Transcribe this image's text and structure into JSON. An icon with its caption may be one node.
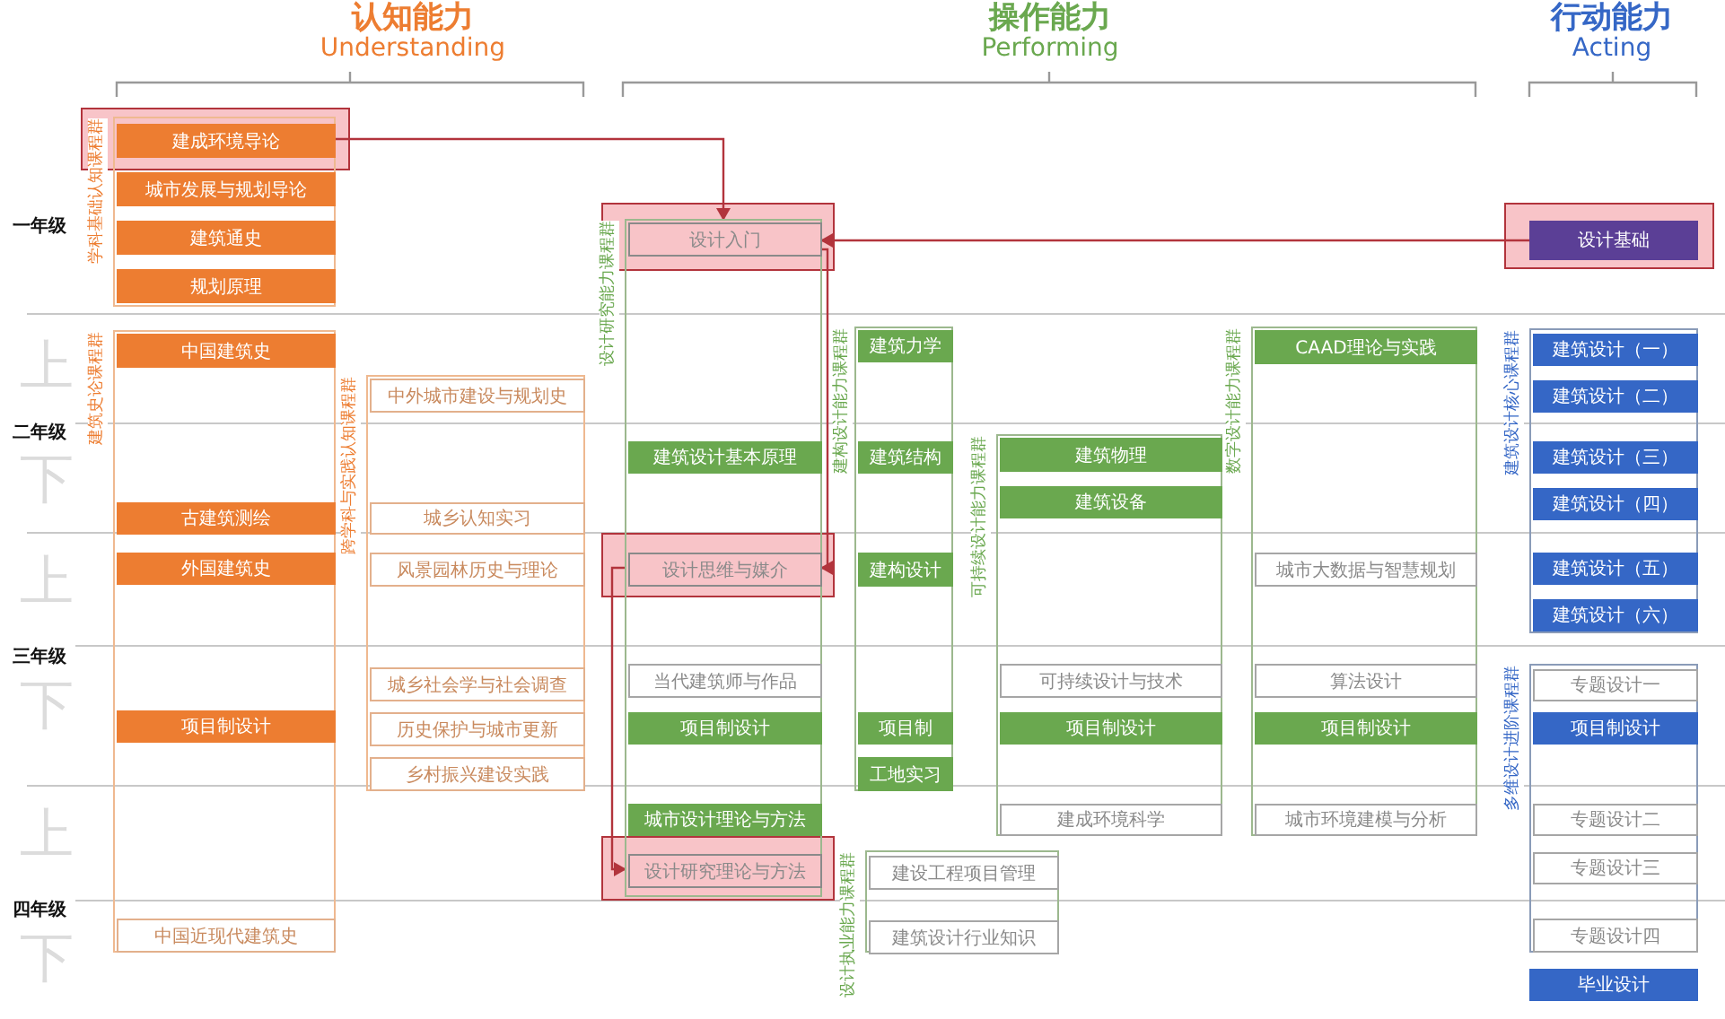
{
  "diagram": {
    "nodes": [
      {
        "text": [
          "学科基础认知课程群"
        ]
      },
      {
        "text": [
          "建成环境导论"
        ],
        "in": 0
      },
      {
        "text": [
          "城市发展与规划导论"
        ],
        "in": 0
      },
      {
        "text": [
          "建筑通史"
        ],
        "in": 0
      },
      {
        "text": [
          "规划原理"
        ],
        "in": 0
      },
      {
        "text": [
          "建筑史论课程群"
        ]
      },
      {
        "text": [
          "中国建筑史"
        ],
        "in": 5
      },
      {
        "text": [
          "古建筑测绘"
        ],
        "in": 5
      },
      {
        "text": [
          "外国建筑史"
        ],
        "in": 5
      },
      {
        "text": [
          "项目制设计"
        ],
        "in": 5
      },
      {
        "text": [
          "中国近现代建筑史"
        ],
        "in": 5
      },
      {
        "text": [
          "跨学科与实践认知课程群"
        ]
      },
      {
        "text": [
          "中外城市建设与规划史"
        ],
        "in": 11
      },
      {
        "text": [
          "城乡认知实习"
        ],
        "in": 11
      },
      {
        "text": [
          "风景园林历史与理论"
        ],
        "in": 11
      },
      {
        "text": [
          "城乡社会学与社会调查"
        ],
        "in": 11
      },
      {
        "text": [
          "历史保护与城市更新"
        ],
        "in": 11
      },
      {
        "text": [
          "乡村振兴建设实践"
        ],
        "in": 11
      },
      {
        "text": [
          "设计研究能力课程群"
        ]
      },
      {
        "text": [
          "设计入门"
        ],
        "in": 18
      },
      {
        "text": [
          "建筑设计基本原理"
        ],
        "in": 18
      },
      {
        "text": [
          "设计思维与媒介"
        ],
        "in": 18
      },
      {
        "text": [
          "当代建筑师与作品"
        ],
        "in": 18
      },
      {
        "text": [
          "项目制设计"
        ],
        "in": 18
      },
      {
        "text": [
          "城市设计理论与方法"
        ],
        "in": 18
      },
      {
        "text": [
          "设计研究理论与方法"
        ],
        "in": 18
      },
      {
        "text": [
          "建构设计能力课程群"
        ]
      },
      {
        "text": [
          "建筑力学"
        ],
        "in": 26
      },
      {
        "text": [
          "建筑结构"
        ],
        "in": 26
      },
      {
        "text": [
          "建构设计"
        ],
        "in": 26
      },
      {
        "text": [
          "项目制"
        ],
        "in": 26
      },
      {
        "text": [
          "工地实习"
        ],
        "in": 26
      },
      {
        "text": [
          "可持续设计能力课程群"
        ]
      },
      {
        "text": [
          "建筑物理"
        ],
        "in": 32
      },
      {
        "text": [
          "建筑设备"
        ],
        "in": 32
      },
      {
        "text": [
          "可持续设计与技术"
        ],
        "in": 32
      },
      {
        "text": [
          "项目制设计"
        ],
        "in": 32
      },
      {
        "text": [
          "建成环境科学"
        ],
        "in": 32
      },
      {
        "text": [
          "数字设计能力课程群"
        ]
      },
      {
        "text": [
          "CAAD理论与实践"
        ],
        "in": 38
      },
      {
        "text": [
          "城市大数据与智慧规划"
        ],
        "in": 38
      },
      {
        "text": [
          "算法设计"
        ],
        "in": 38
      },
      {
        "text": [
          "项目制设计"
        ],
        "in": 38
      },
      {
        "text": [
          "城市环境建模与分析"
        ],
        "in": 38
      },
      {
        "text": [
          "设计执业能力课程群"
        ]
      },
      {
        "text": [
          "建设工程项目管理"
        ],
        "in": 44
      },
      {
        "text": [
          "建筑设计行业知识"
        ],
        "in": 44
      },
      {
        "text": [
          "设计基础"
        ]
      },
      {
        "text": [
          "建筑设计核心课程群"
        ]
      },
      {
        "text": [
          "建筑设计（一）"
        ],
        "in": 48
      },
      {
        "text": [
          "建筑设计（二）"
        ],
        "in": 48
      },
      {
        "text": [
          "建筑设计（三）"
        ],
        "in": 48
      },
      {
        "text": [
          "建筑设计（四）"
        ],
        "in": 48
      },
      {
        "text": [
          "建筑设计（五）"
        ],
        "in": 48
      },
      {
        "text": [
          "建筑设计（六）"
        ],
        "in": 48
      },
      {
        "text": [
          "多维设计进阶课程群"
        ]
      },
      {
        "text": [
          "专题设计一"
        ],
        "in": 55
      },
      {
        "text": [
          "项目制设计"
        ],
        "in": 55
      },
      {
        "text": [
          "专题设计二"
        ],
        "in": 55
      },
      {
        "text": [
          "专题设计三"
        ],
        "in": 55
      },
      {
        "text": [
          "专题设计四"
        ],
        "in": 55
      },
      {
        "text": [
          "毕业设计"
        ]
      }
    ],
    "edges": [
      {
        "from": 1,
        "to": 19,
        "arrow": "to"
      },
      {
        "from": 47,
        "to": 19,
        "arrow": "to"
      },
      {
        "from": 19,
        "to": 21,
        "arrow": "to"
      },
      {
        "from": 21,
        "to": 25,
        "arrow": "to"
      }
    ],
    "labels": [
      "认知能力",
      "Understanding",
      "操作能力",
      "Performing",
      "行动能力",
      "Acting",
      "一年级",
      "上",
      "二年级",
      "下",
      "上",
      "三年级",
      "下",
      "上",
      "四年级",
      "下"
    ]
  }
}
